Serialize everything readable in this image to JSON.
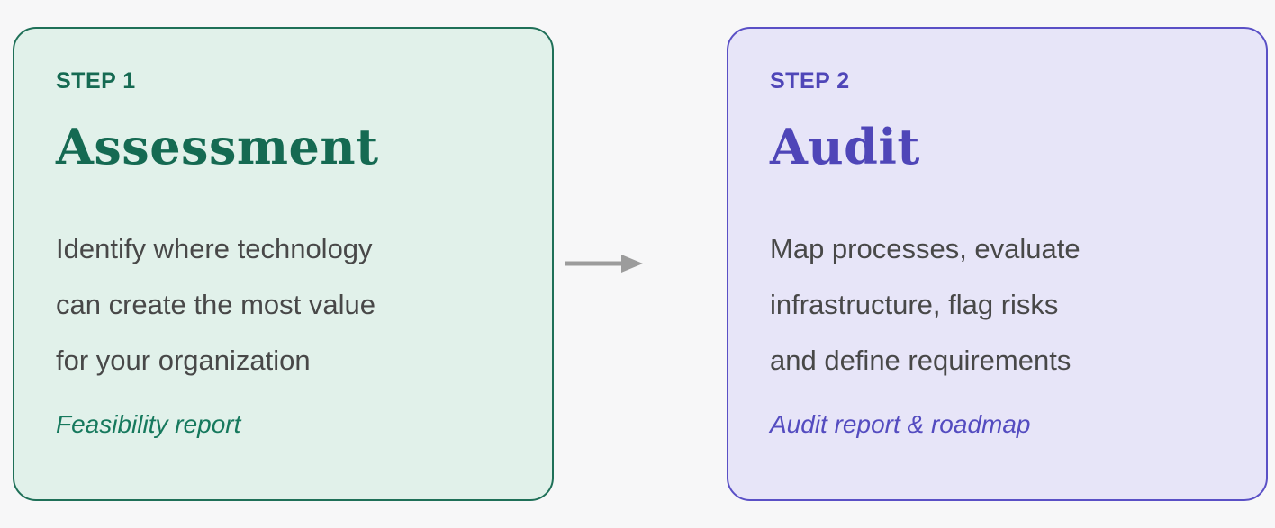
{
  "page": {
    "background": "#f7f7f8",
    "body_text_color": "#484848"
  },
  "arrow": {
    "kind": "right-arrow",
    "color": "#9c9c9c"
  },
  "steps": [
    {
      "label": "STEP 1",
      "title": "Assessment",
      "description_lines": [
        "Identify where technology",
        "can create the most value",
        "for your organization"
      ],
      "deliverable": "Feasibility report",
      "colors": {
        "background": "#e1f1ea",
        "border": "#1f7058",
        "accent": "#156a52",
        "deliverable": "#16795d"
      }
    },
    {
      "label": "STEP 2",
      "title": "Audit",
      "description_lines": [
        "Map processes, evaluate",
        "infrastructure, flag risks",
        "and define requirements"
      ],
      "deliverable": "Audit report & roadmap",
      "colors": {
        "background": "#e7e5f8",
        "border": "#5a50c6",
        "accent": "#4f46b8",
        "deliverable": "#544cc0"
      }
    }
  ]
}
